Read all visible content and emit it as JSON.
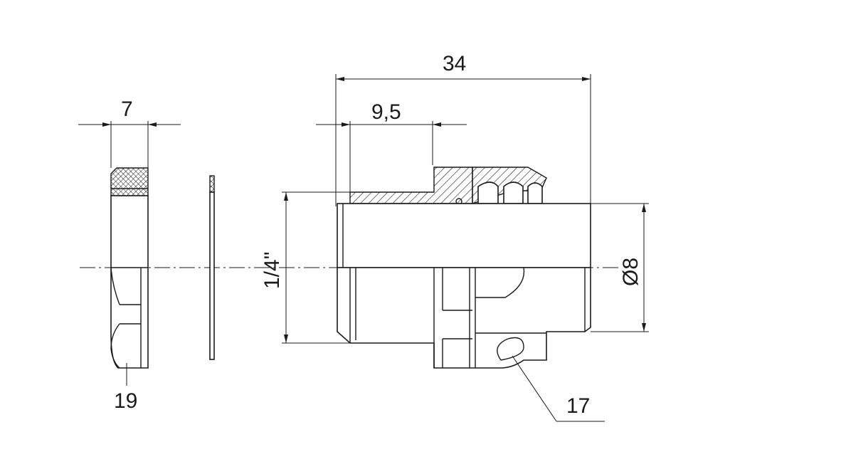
{
  "dimensions": {
    "nut_width": "7",
    "nut_label": "19",
    "insert_length": "9,5",
    "total_length": "34",
    "thread_size": "1/4\"",
    "tube_diameter": "Ø8",
    "wrench_label": "17"
  }
}
